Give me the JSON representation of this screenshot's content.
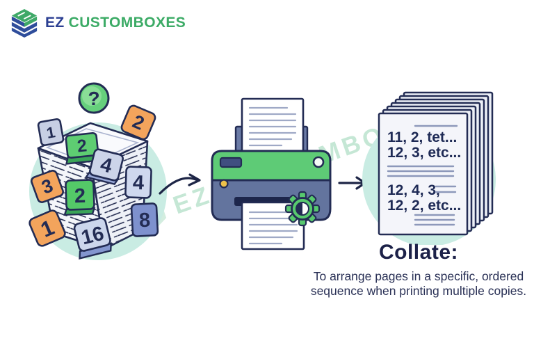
{
  "brand": {
    "prefix": "EZ",
    "suffix": "CUSTOMBOXES",
    "logo_icon": "stacked-boxes-icon"
  },
  "watermark_text": "EZ CUSTOMBOXES",
  "colors": {
    "brand_blue": "#2b3f92",
    "brand_green": "#3cab66",
    "accent_green": "#5ecb76",
    "accent_orange": "#f3a45c",
    "printer_body_blue": "#63749e",
    "backdrop_teal": "#c9ece3",
    "ink_navy": "#232c54",
    "gear_green": "#57c96e",
    "yellow_dot": "#eec24a"
  },
  "left_stack": {
    "question_mark": "?",
    "tiles": [
      {
        "label": "1",
        "color": "#c7cfe4"
      },
      {
        "label": "2",
        "color": "#f3a45c"
      },
      {
        "label": "2",
        "color": "#5ecd72"
      },
      {
        "label": "4",
        "color": "#ccd4e9"
      },
      {
        "label": "4",
        "color": "#cfd8ee"
      },
      {
        "label": "3",
        "color": "#f3a45c"
      },
      {
        "label": "2",
        "color": "#54c968"
      },
      {
        "label": "1",
        "color": "#f3a45c"
      },
      {
        "label": "16",
        "color": "#ccd6ec"
      },
      {
        "label": "8",
        "color": "#7e91ce"
      }
    ]
  },
  "output_pages": {
    "lines_group1": [
      "11, 2, tet...",
      "12, 3,  etc..."
    ],
    "lines_group2": [
      "12, 4, 3,",
      "12, 2,  etc..."
    ]
  },
  "definition": {
    "heading": "Collate:",
    "body_line1": "To arrange pages in a specific, ordered",
    "body_line2": "sequence when printing multiple copies."
  }
}
